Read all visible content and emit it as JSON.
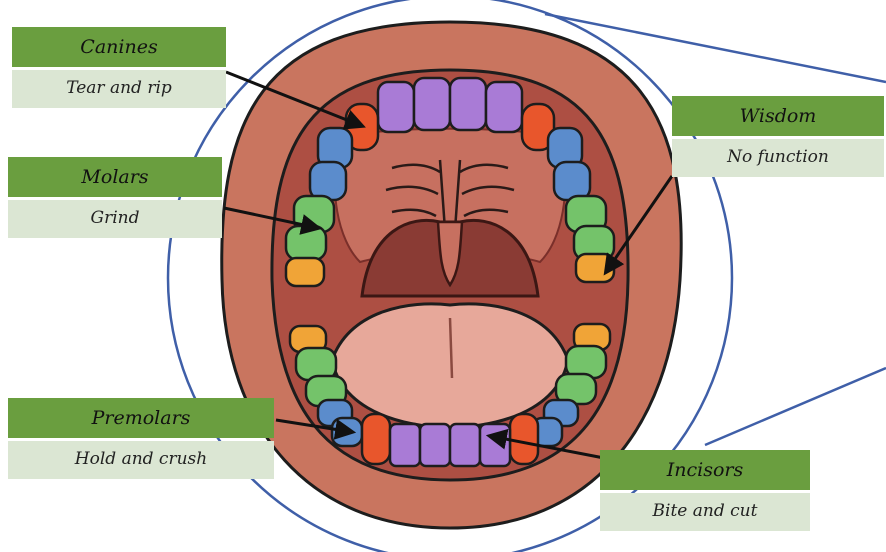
{
  "labels": {
    "canines": {
      "name": "Canines",
      "function": "Tear and rip"
    },
    "molars": {
      "name": "Molars",
      "function": "Grind"
    },
    "premolars": {
      "name": "Premolars",
      "function": "Hold and crush"
    },
    "wisdom": {
      "name": "Wisdom",
      "function": "No function"
    },
    "incisors": {
      "name": "Incisors",
      "function": "Bite and cut"
    }
  },
  "colors": {
    "label_header": "#6a9e3f",
    "label_body": "#dbe6d3",
    "incisor": "#a97bd6",
    "canine": "#e8562c",
    "premolar": "#5b8ccc",
    "molar": "#74c36a",
    "wisdom": "#f0a437",
    "lip": "#c9755f",
    "mouth_inner": "#ad4f43",
    "tongue": "#e7a89a",
    "circle": "#3f5fa8"
  }
}
